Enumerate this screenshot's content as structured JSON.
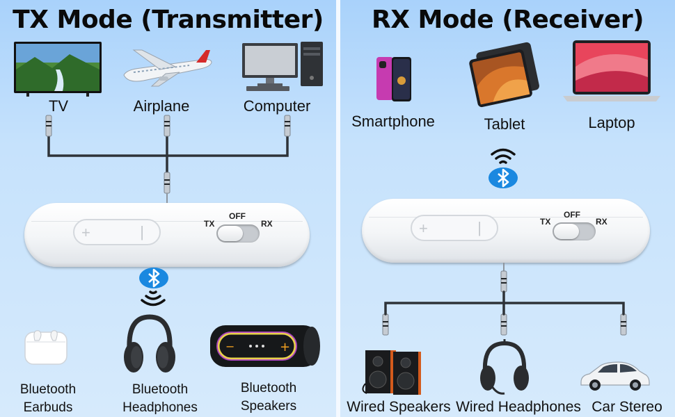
{
  "tx_panel": {
    "title": "TX Mode (Transmitter)",
    "sources": [
      {
        "label": "TV",
        "icon": "tv-icon"
      },
      {
        "label": "Airplane",
        "icon": "airplane-icon"
      },
      {
        "label": "Computer",
        "icon": "computer-icon"
      }
    ],
    "switch": {
      "tx": "TX",
      "off": "OFF",
      "rx": "RX"
    },
    "outputs": [
      {
        "line1": "Bluetooth",
        "line2": "Earbuds",
        "icon": "earbuds-icon"
      },
      {
        "line1": "Bluetooth",
        "line2": "Headphones",
        "icon": "headphones-icon"
      },
      {
        "line1": "Bluetooth",
        "line2": "Speakers",
        "icon": "speaker-icon"
      }
    ]
  },
  "rx_panel": {
    "title": "RX Mode (Receiver)",
    "sources": [
      {
        "label": "Smartphone",
        "icon": "smartphone-icon"
      },
      {
        "label": "Tablet",
        "icon": "tablet-icon"
      },
      {
        "label": "Laptop",
        "icon": "laptop-icon"
      }
    ],
    "switch": {
      "tx": "TX",
      "off": "OFF",
      "rx": "RX"
    },
    "outputs": [
      {
        "label": "Wired Speakers",
        "icon": "wired-speakers-icon"
      },
      {
        "label": "Wired Headphones",
        "icon": "wired-headphones-icon"
      },
      {
        "label": "Car Stereo",
        "icon": "car-icon"
      }
    ]
  },
  "colors": {
    "background": "#cfe6fb",
    "bluetooth_blue": "#1a88e0",
    "cable": "#2e3338"
  }
}
